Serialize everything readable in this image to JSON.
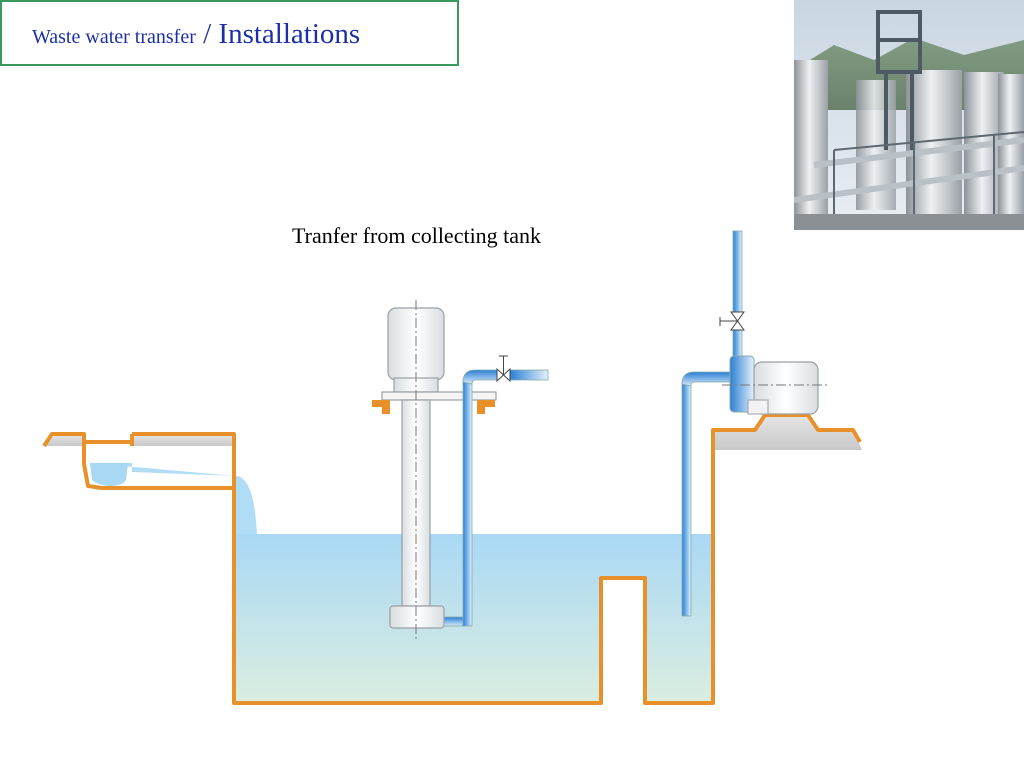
{
  "slide": {
    "title_part1": "Waste water transfer",
    "title_sep": " / ",
    "title_part2": "Installations",
    "subtitle": "Tranfer from collecting tank"
  },
  "colors": {
    "title_text": "#1c2fa8",
    "title_border": "#3a9a5e",
    "tank_outline": "#e8902a",
    "water_top": "#a9d8f5",
    "water_bottom": "#daeee0",
    "pipe_blue": "#2a7fd4",
    "ground_grey": "#d6d6d6"
  },
  "icons": {
    "photo": "industrial-silos-photo",
    "pump_vertical": "vertical-submersible-pump",
    "pump_horizontal": "horizontal-centrifugal-pump",
    "valve": "gate-valve-icon"
  }
}
